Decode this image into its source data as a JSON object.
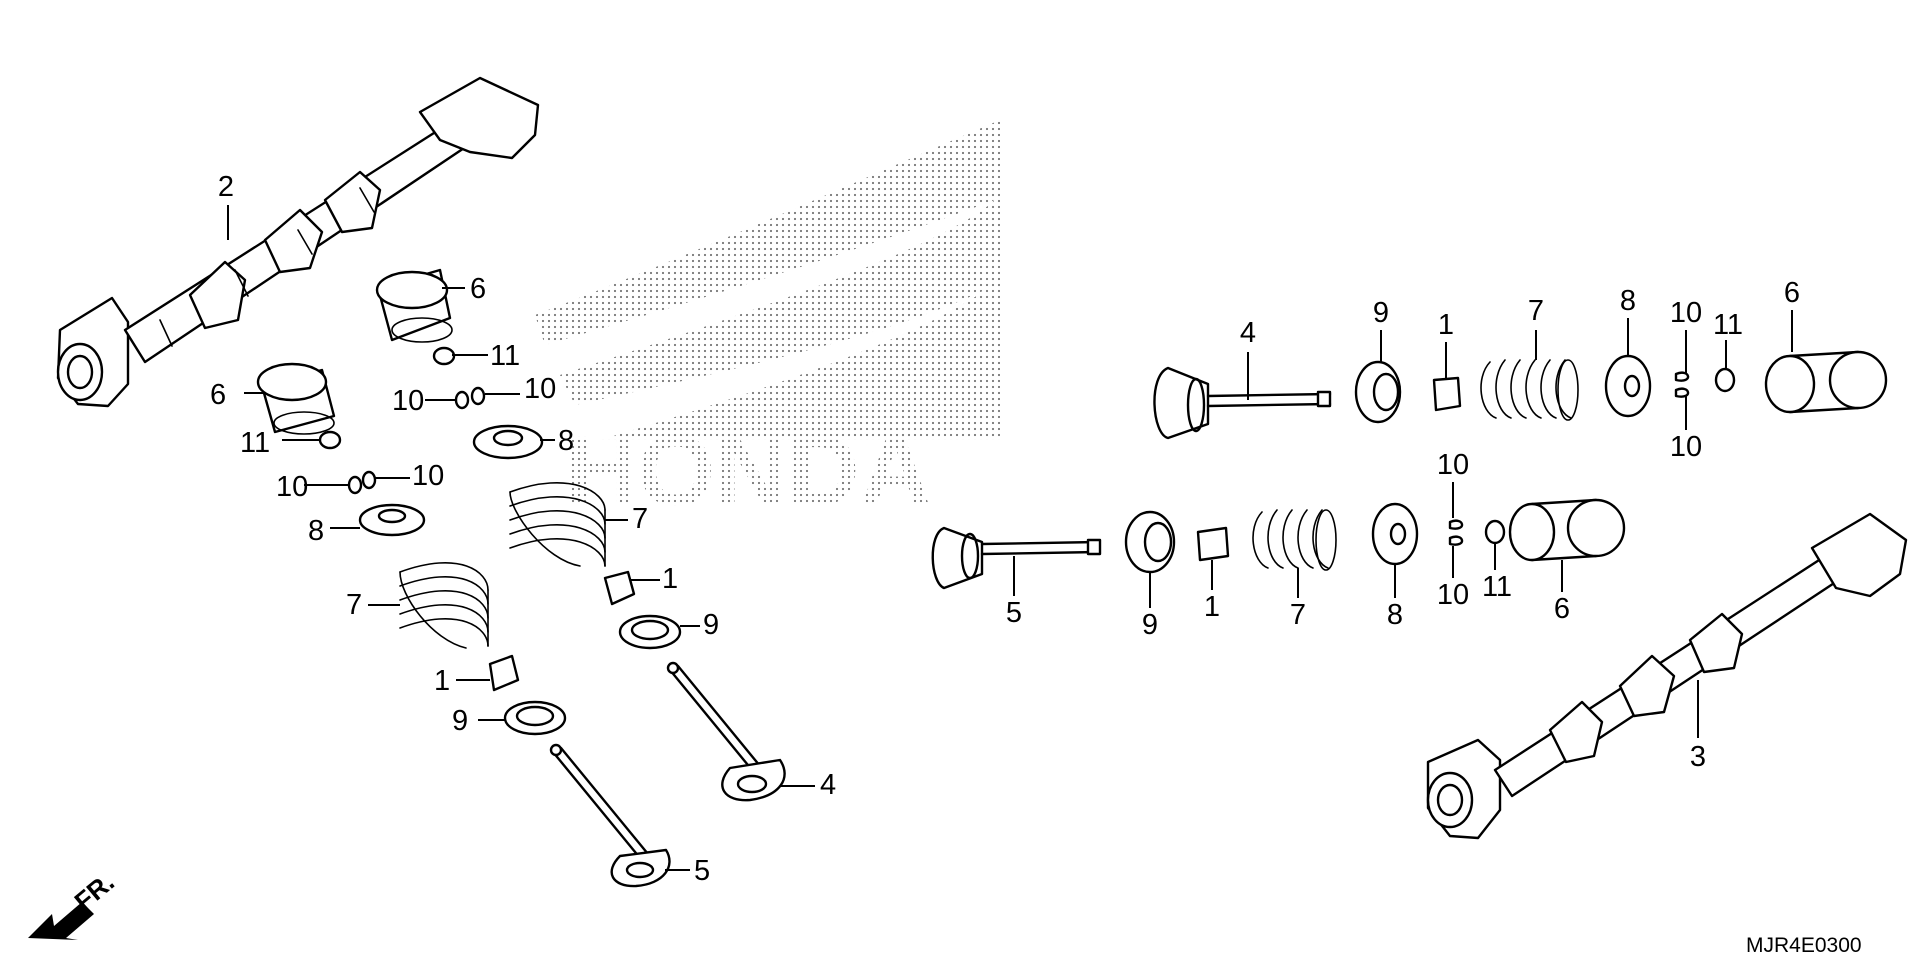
{
  "watermark": {
    "brand": "HONDA"
  },
  "diagram": {
    "code": "MJR4E0300",
    "direction_label": "FR."
  },
  "callouts": {
    "c1": "2",
    "c2": "6",
    "c3": "6",
    "c4": "11",
    "c5": "11",
    "c6": "10",
    "c7": "10",
    "c8": "10",
    "c9": "10",
    "c10": "8",
    "c11": "8",
    "c12": "7",
    "c13": "7",
    "c14": "1",
    "c15": "1",
    "c16": "9",
    "c17": "9",
    "c18": "4",
    "c19": "5",
    "c20": "4",
    "c21": "9",
    "c22": "1",
    "c23": "7",
    "c24": "8",
    "c25": "10",
    "c26": "11",
    "c27": "10",
    "c28": "6",
    "c29": "10",
    "c30": "10",
    "c31": "11",
    "c32": "5",
    "c33": "9",
    "c34": "1",
    "c35": "7",
    "c36": "8",
    "c37": "6",
    "c38": "3"
  }
}
